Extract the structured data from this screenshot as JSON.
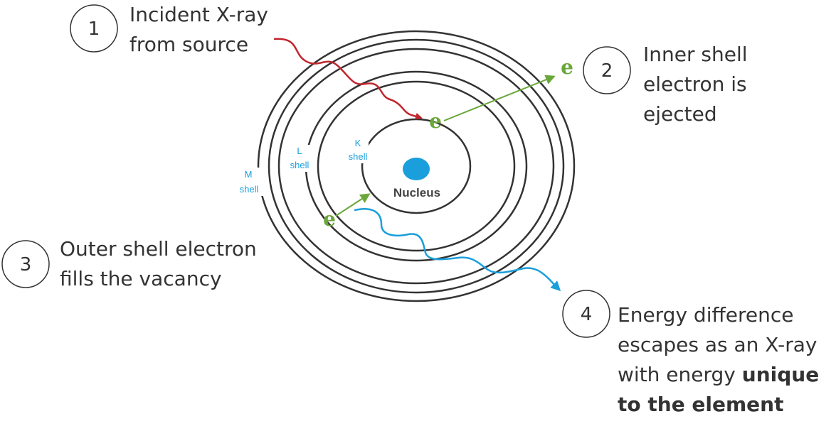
{
  "labels": {
    "nucleus": "Nucleus",
    "electron": "e",
    "k_shell": [
      "K",
      "shell"
    ],
    "l_shell": [
      "L",
      "shell"
    ],
    "m_shell": [
      "M",
      "shell"
    ]
  },
  "steps": [
    {
      "number": "1",
      "lines": [
        "Incident X-ray",
        "from source"
      ]
    },
    {
      "number": "2",
      "lines": [
        "Inner shell",
        "electron is",
        "ejected"
      ]
    },
    {
      "number": "3",
      "lines": [
        "Outer shell electron",
        "fills the vacancy"
      ]
    },
    {
      "number": "4",
      "lines": [
        "Energy difference",
        "escapes as an X-ray",
        "with energy"
      ],
      "bold_1": "unique",
      "bold_2": "to the element"
    }
  ],
  "colors": {
    "incident_ray": "#c0262d",
    "emitted_ray": "#1a9fdc",
    "electron": "#6aa73a",
    "nucleus": "#1a9fdc",
    "shell_stroke": "#333333"
  }
}
